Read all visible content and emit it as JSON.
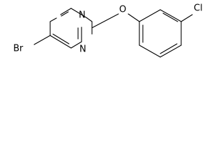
{
  "molecule": {
    "atom_labels": {
      "bromine": "Br",
      "nitrogen_top": "N",
      "nitrogen_bottom": "N",
      "oxygen": "O",
      "chlorine": "Cl"
    }
  }
}
